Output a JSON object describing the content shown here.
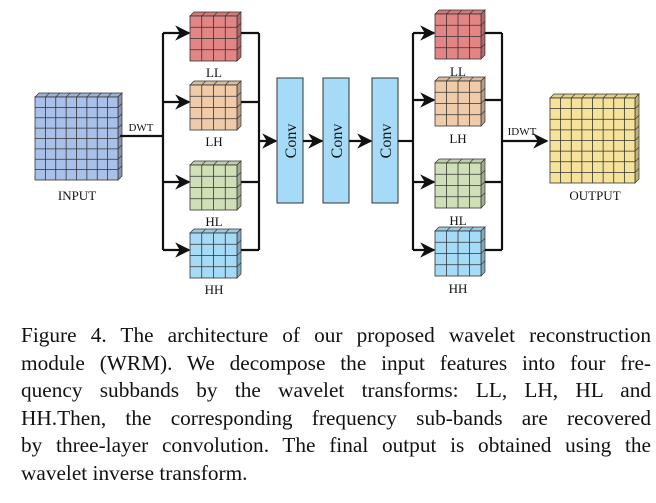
{
  "figure": {
    "input": {
      "label": "INPUT",
      "color": "#a9c1e8",
      "grid": 8
    },
    "output": {
      "label": "OUTPUT",
      "color": "#f6e39a",
      "grid": 8
    },
    "dwt_label": "DWT",
    "idwt_label": "IDWT",
    "subbands": [
      {
        "label": "LL",
        "color": "#e38584"
      },
      {
        "label": "LH",
        "color": "#efcbaa"
      },
      {
        "label": "HL",
        "color": "#cfe0b8"
      },
      {
        "label": "HH",
        "color": "#a6dbf7"
      }
    ],
    "conv_blocks": [
      {
        "label": "Conv"
      },
      {
        "label": "Conv"
      },
      {
        "label": "Conv"
      }
    ],
    "conv_color": "#a6dbf7"
  },
  "caption": {
    "lines": [
      "Figure 4. The architecture of our proposed wavelet reconstruction",
      "module (WRM). We decompose the input features into four fre-",
      "quency subbands by the wavelet transforms:  LL, LH, HL and",
      "HH.Then, the corresponding frequency sub-bands are recovered",
      "by three-layer convolution. The final output is obtained using the",
      "wavelet inverse transform."
    ]
  }
}
